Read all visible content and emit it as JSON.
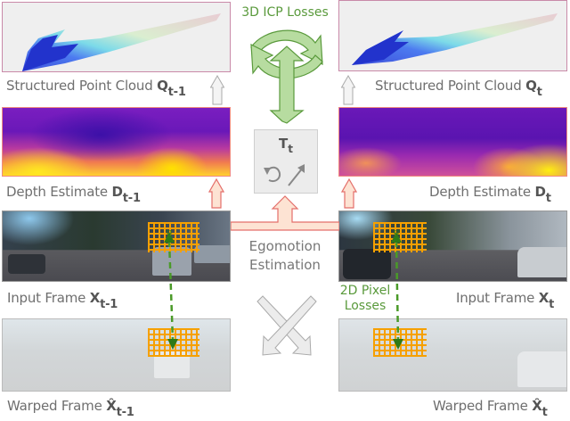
{
  "title": "Self-supervised depth and egomotion learning diagram",
  "losses": {
    "icp_label": "3D ICP Losses",
    "pixel_label_line1": "2D Pixel",
    "pixel_label_line2": "Losses"
  },
  "left_column": {
    "point_cloud": {
      "label_text": "Structured Point Cloud ",
      "symbol": "Q",
      "subscript": "t-1"
    },
    "depth": {
      "label_text": "Depth Estimate ",
      "symbol": "D",
      "subscript": "t-1"
    },
    "input": {
      "label_text": "Input Frame ",
      "symbol": "X",
      "subscript": "t-1"
    },
    "warped": {
      "label_text": "Warped Frame ",
      "symbol": "X̂",
      "subscript": "t-1"
    }
  },
  "right_column": {
    "point_cloud": {
      "label_text": "Structured Point Cloud ",
      "symbol": "Q",
      "subscript": "t"
    },
    "depth": {
      "label_text": "Depth Estimate ",
      "symbol": "D",
      "subscript": "t"
    },
    "input": {
      "label_text": "Input Frame ",
      "symbol": "X",
      "subscript": "t"
    },
    "warped": {
      "label_text": "Warped Frame ",
      "symbol": "X̂",
      "subscript": "t"
    }
  },
  "center": {
    "pose": {
      "symbol": "T",
      "subscript": "t",
      "icons": [
        "rotation-icon",
        "translation-icon"
      ]
    },
    "egomotion_line1": "Egomotion",
    "egomotion_line2": "Estimation"
  },
  "colors": {
    "loss_green": "#5a9a3c",
    "arrow_green_fill": "#b7dca0",
    "arrow_salmon_fill": "#fde3d3",
    "arrow_salmon_stroke": "#e46f6a",
    "grid_orange": "#f6a000",
    "point_cloud_border": "#c98aa8"
  }
}
